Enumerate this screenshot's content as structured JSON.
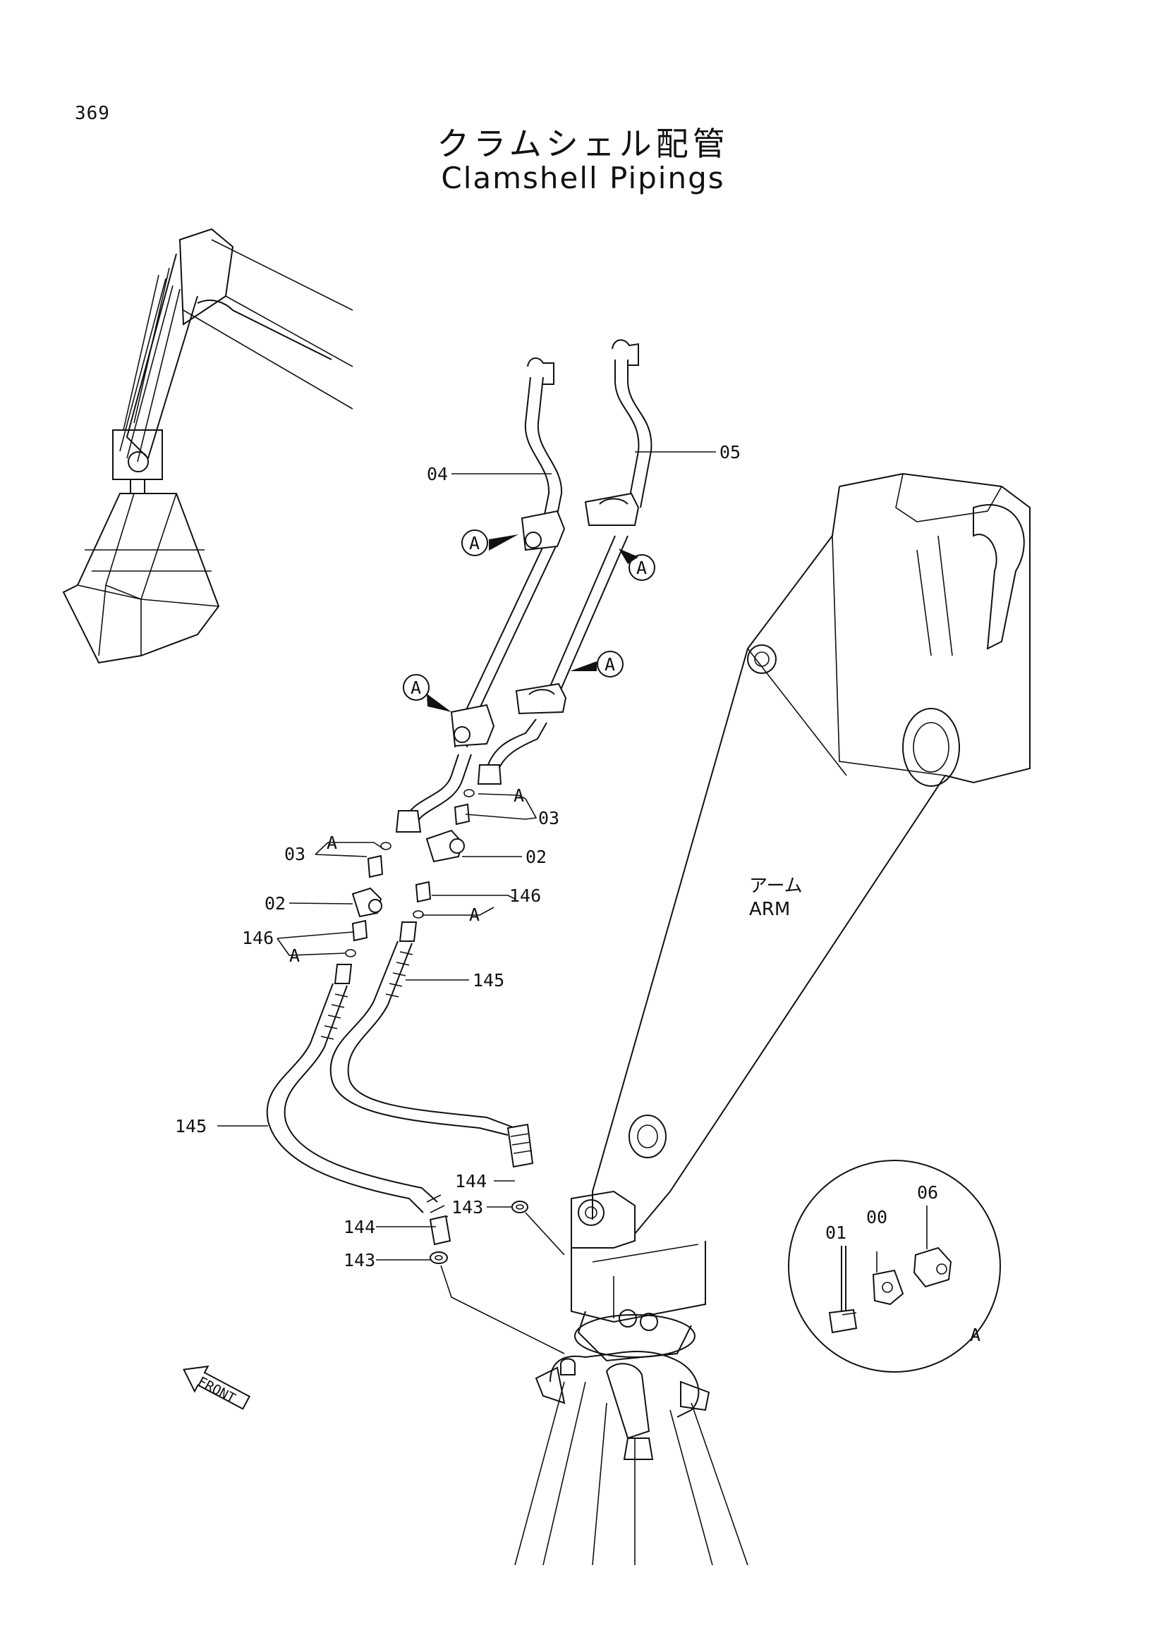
{
  "header": {
    "page_number": "369",
    "title_jp": "クラムシェル配管",
    "title_en": "Clamshell Pipings"
  },
  "labels": {
    "arm_jp": "アーム",
    "arm_en": "ARM",
    "front": "FRONT",
    "detail": "A"
  },
  "callouts": {
    "p04": "04",
    "p05": "05",
    "p03_left": "03",
    "p03_right": "03",
    "p02_left": "02",
    "p02_right": "02",
    "p146_left": "146",
    "p146_right": "146",
    "p145_left": "145",
    "p145_right": "145",
    "p144_left": "144",
    "p144_right": "144",
    "p143_left": "143",
    "p143_right": "143",
    "p01": "01",
    "p00": "00",
    "p06": "06"
  },
  "clamp_markers": [
    "A",
    "A",
    "A",
    "A"
  ],
  "fitting_group_markers": [
    "A",
    "A",
    "A",
    "A"
  ]
}
